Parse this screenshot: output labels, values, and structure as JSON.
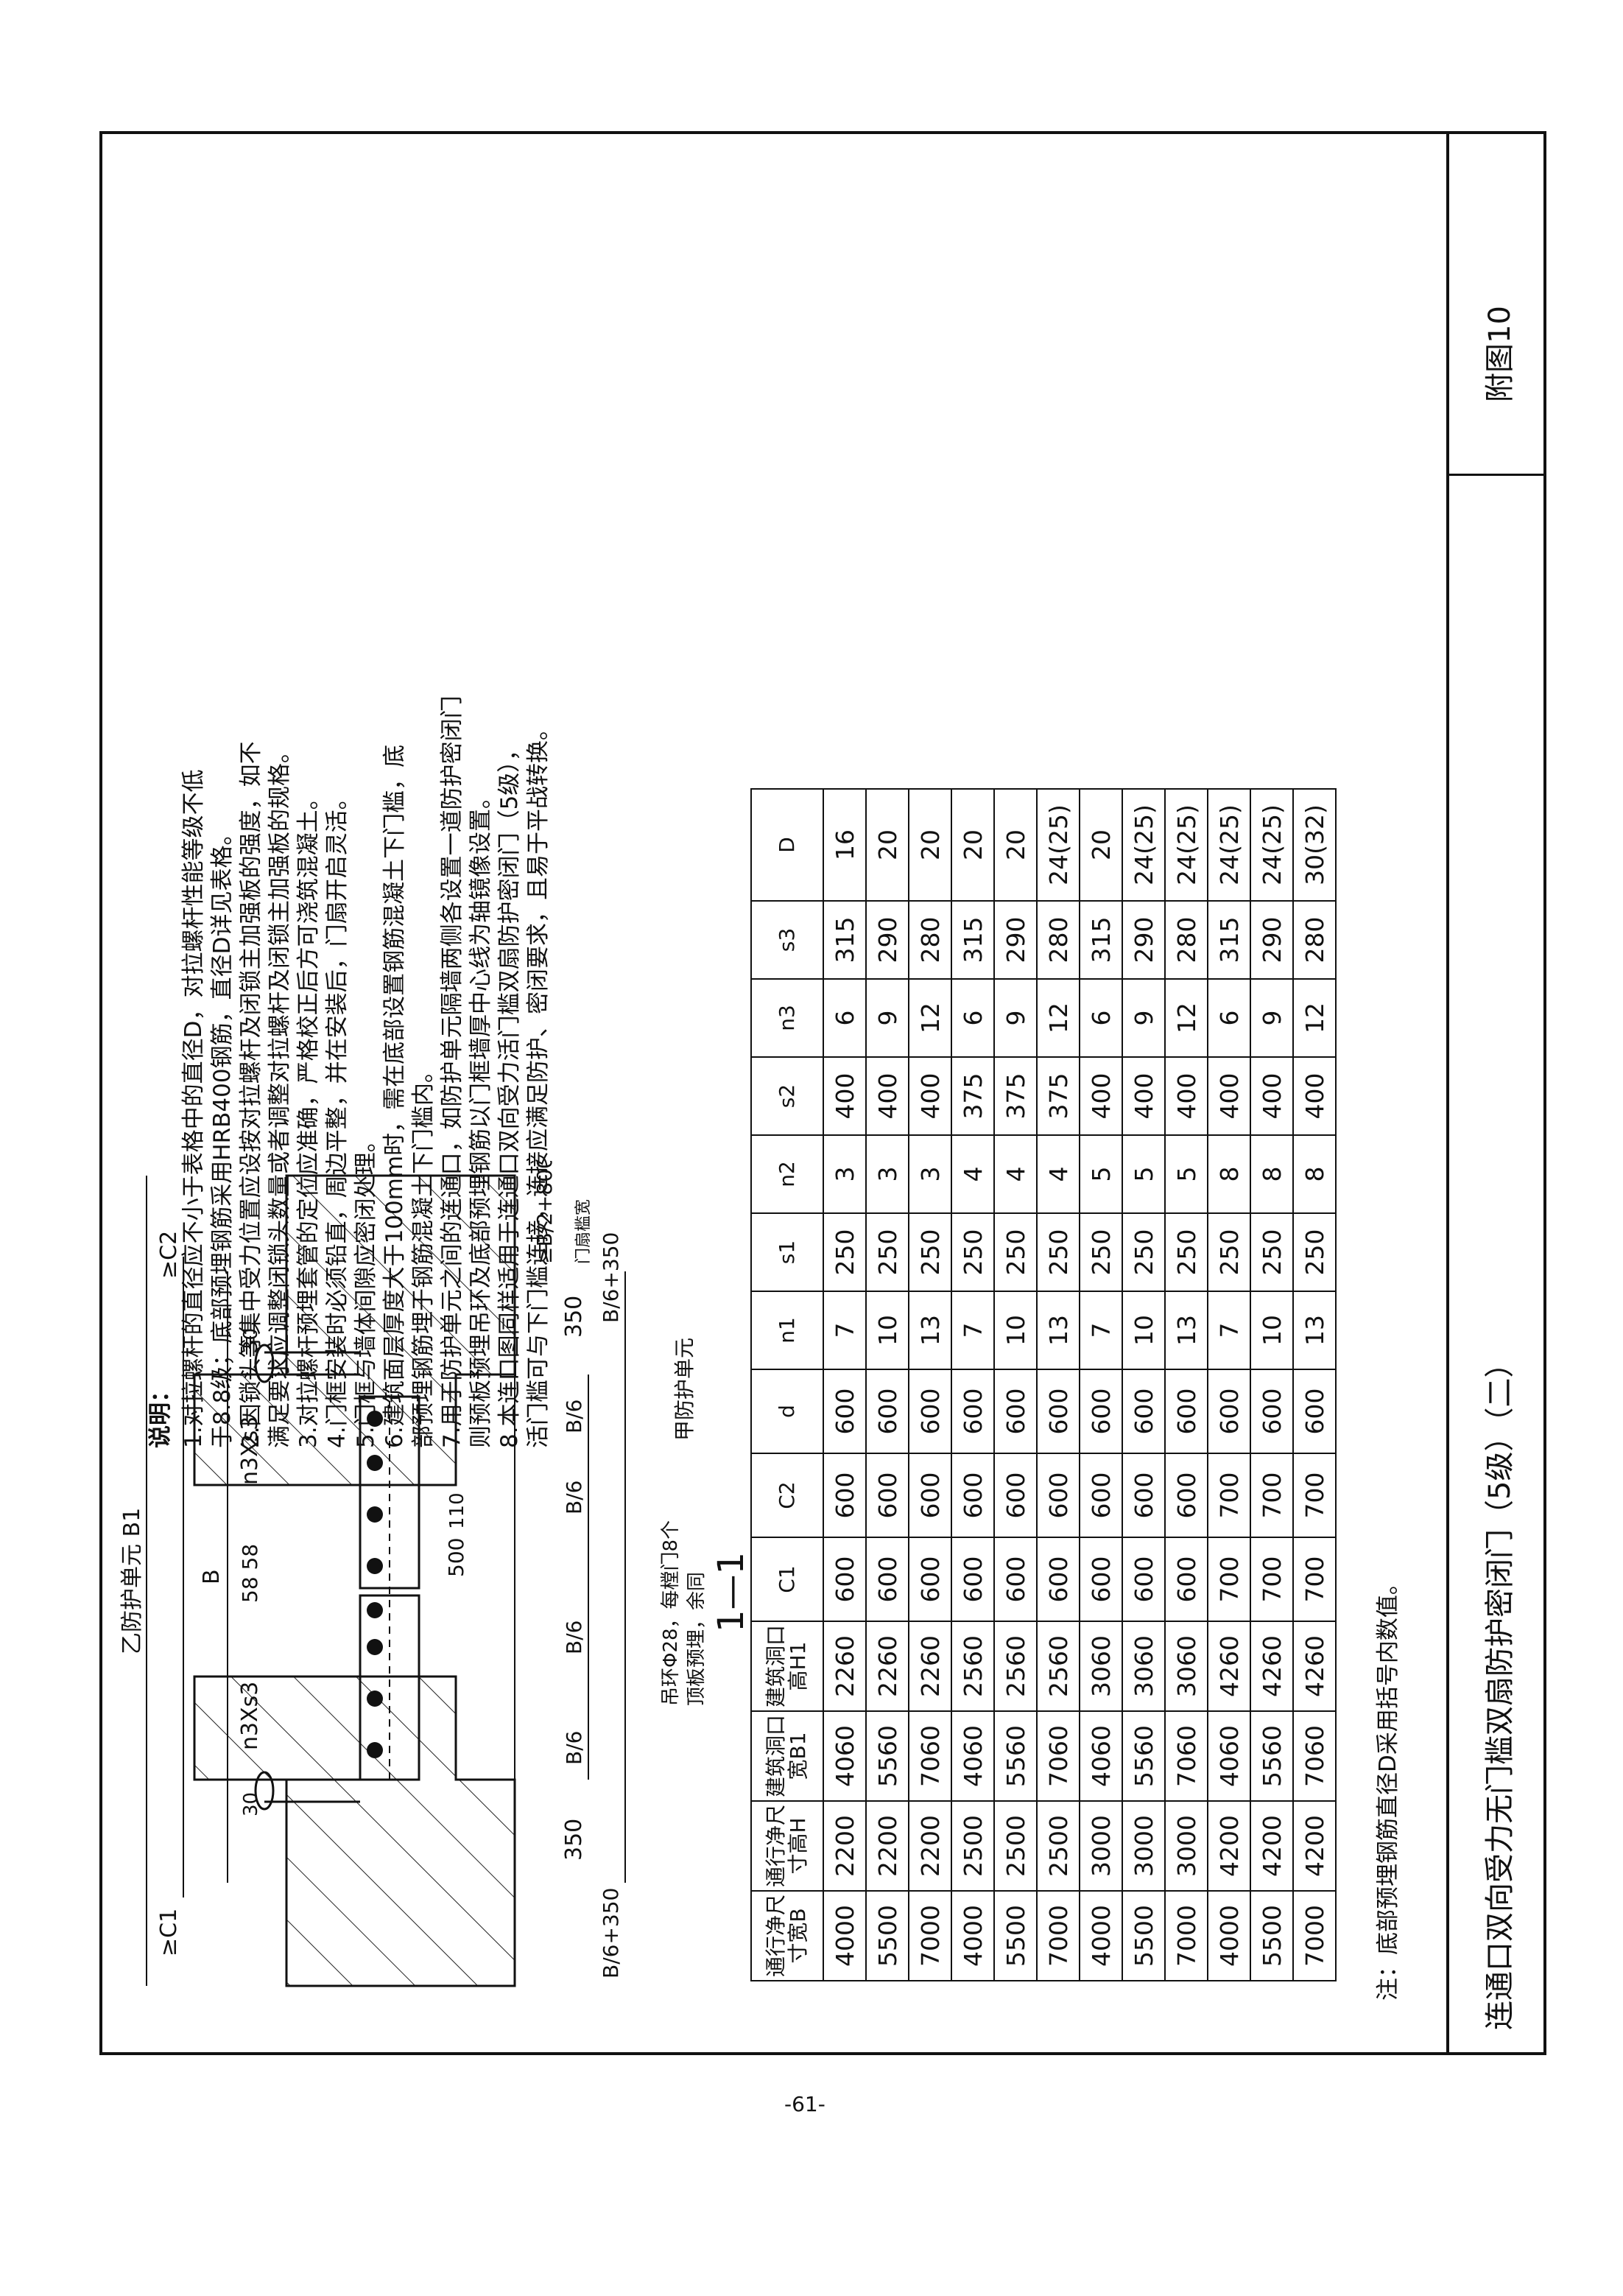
{
  "page_number": "-61-",
  "figure_label": "附图10",
  "title": "连通口双向受力无门槛双扇防护密闭门（5级）（二）",
  "section_label": "1—1",
  "drawing_labels": {
    "unit_top": "乙防护单元 B1",
    "unit_bottom": "甲防护单元",
    "c1": "≥C1",
    "c2": "≥C2",
    "b": "B",
    "n3s3_left": "n3Xs3",
    "n3s3_right": "n3Xs3",
    "d5858": "58 58",
    "d30_left": "30",
    "d30_right": "30",
    "d350_left": "350",
    "d350_right": "350",
    "b6": "B/6",
    "b6_350": "B/6+350",
    "d500": "500",
    "d110": "110",
    "b2_800": "≥B/2+800",
    "hook_note_1": "吊环Φ28，每樘门8个",
    "hook_note_2": "顶板预埋，余同",
    "door_label": "门扇槛宽"
  },
  "notes": {
    "heading": "说明：",
    "lines": [
      "1.对拉螺杆的直径应不小于表格中的直径D，对拉螺杆性能等级不低",
      "   于8.8级；底部预埋钢筋采用HRB400钢筋，直径D详见表格。",
      "2.因锁头等集中受力位置应设按对拉螺杆及闭锁主加强板的强度，如不",
      "   满足要求应调整闭锁头数量或者调整对拉螺杆及闭锁主加强板的规格。",
      "3.对拉螺杆预埋套管的定位应准确，严格校正后方可浇筑混凝土。",
      "4.门框安装时必须铅直，周边平整，并在安装后，门扇开启灵活。",
      "5.门框与墙体间隙应密闭处理。",
      "6.建筑面层厚度大于100mm时，需在底部设置钢筋混凝土下门槛，底",
      "   部预埋钢筋埋于钢筋混凝土下门槛内。",
      "7.用于防护单元之间的连通口，如防护单元隔墙两侧各设置一道防护密闭门",
      "   则预板预埋吊环及底部预埋钢筋以门框墙厚中心线为轴镜像设置。",
      "8.本连口图同样适用于连通口双向受力活门槛双扇防护密闭门（5级），",
      "   活门槛可与下门槛连接，连接应满足防护、密闭要求，且易于平战转换。"
    ]
  },
  "table": {
    "headers": [
      "通行净尺寸宽B",
      "通行净尺寸高H",
      "建筑洞口宽B1",
      "建筑洞口高H1",
      "C1",
      "C2",
      "d",
      "n1",
      "s1",
      "n2",
      "s2",
      "n3",
      "s3",
      "D"
    ],
    "rows": [
      [
        "4000",
        "2200",
        "4060",
        "2260",
        "600",
        "600",
        "600",
        "7",
        "250",
        "3",
        "400",
        "6",
        "315",
        "16"
      ],
      [
        "5500",
        "2200",
        "5560",
        "2260",
        "600",
        "600",
        "600",
        "10",
        "250",
        "3",
        "400",
        "9",
        "290",
        "20"
      ],
      [
        "7000",
        "2200",
        "7060",
        "2260",
        "600",
        "600",
        "600",
        "13",
        "250",
        "3",
        "400",
        "12",
        "280",
        "20"
      ],
      [
        "4000",
        "2500",
        "4060",
        "2560",
        "600",
        "600",
        "600",
        "7",
        "250",
        "4",
        "375",
        "6",
        "315",
        "20"
      ],
      [
        "5500",
        "2500",
        "5560",
        "2560",
        "600",
        "600",
        "600",
        "10",
        "250",
        "4",
        "375",
        "9",
        "290",
        "20"
      ],
      [
        "7000",
        "2500",
        "7060",
        "2560",
        "600",
        "600",
        "600",
        "13",
        "250",
        "4",
        "375",
        "12",
        "280",
        "24(25)"
      ],
      [
        "4000",
        "3000",
        "4060",
        "3060",
        "600",
        "600",
        "600",
        "7",
        "250",
        "5",
        "400",
        "6",
        "315",
        "20"
      ],
      [
        "5500",
        "3000",
        "5560",
        "3060",
        "600",
        "600",
        "600",
        "10",
        "250",
        "5",
        "400",
        "9",
        "290",
        "24(25)"
      ],
      [
        "7000",
        "3000",
        "7060",
        "3060",
        "600",
        "600",
        "600",
        "13",
        "250",
        "5",
        "400",
        "12",
        "280",
        "24(25)"
      ],
      [
        "4000",
        "4200",
        "4060",
        "4260",
        "700",
        "700",
        "600",
        "7",
        "250",
        "8",
        "400",
        "6",
        "315",
        "24(25)"
      ],
      [
        "5500",
        "4200",
        "5560",
        "4260",
        "700",
        "700",
        "600",
        "10",
        "250",
        "8",
        "400",
        "9",
        "290",
        "24(25)"
      ],
      [
        "7000",
        "4200",
        "7060",
        "4260",
        "700",
        "700",
        "600",
        "13",
        "250",
        "8",
        "400",
        "12",
        "280",
        "30(32)"
      ]
    ],
    "footnote": "注：底部预埋钢筋直径D采用括号内数值。"
  }
}
